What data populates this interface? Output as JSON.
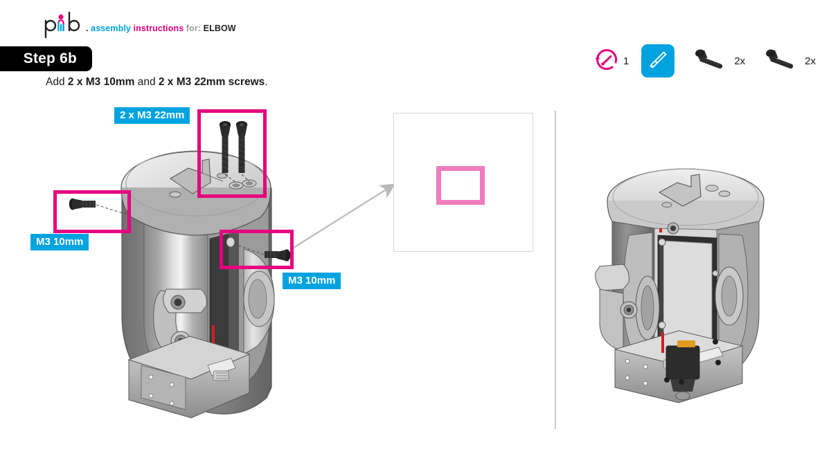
{
  "brand": {
    "logo_name": "pib-logo",
    "suffix_dot": ".",
    "word_assembly": "assembly",
    "word_instructions": "instructions",
    "word_for": "for:",
    "subject": "ELBOW",
    "color_cyan": "#00a3e0",
    "color_magenta": "#e6007e",
    "color_grey": "#9d9d9c"
  },
  "step": {
    "label": "Step 6b"
  },
  "instruction": {
    "prefix": "Add ",
    "part_a": "2 x M3 10mm",
    "conjunction": " and ",
    "part_b": "2 x M3 22mm screws",
    "suffix": "."
  },
  "toolbar": {
    "difficulty": {
      "icon": "gauge-icon",
      "value": "1"
    },
    "tool": {
      "icon": "screwdriver-icon",
      "background": "#00a3e0"
    },
    "parts": [
      {
        "icon": "screw-icon",
        "quantity": "2x",
        "spec": "M3 10mm"
      },
      {
        "icon": "screw-icon",
        "quantity": "2x",
        "spec": "M3 22mm"
      }
    ]
  },
  "main_view": {
    "name": "exploded-assembly-view",
    "callouts": [
      {
        "id": "callout-22mm",
        "text": "2 x M3 22mm"
      },
      {
        "id": "callout-10mm-left",
        "text": "M3 10mm"
      },
      {
        "id": "callout-10mm-right",
        "text": "M3 10mm"
      }
    ],
    "highlights": [
      {
        "id": "highlight-top-screws"
      },
      {
        "id": "highlight-left-screw"
      },
      {
        "id": "highlight-right-screw"
      }
    ]
  },
  "detail_view": {
    "name": "detail-inset-view",
    "highlight": {
      "id": "highlight-seated-screw"
    },
    "arrow": {
      "id": "detail-pointer-arrow"
    }
  },
  "result_view": {
    "name": "completed-assembly-view"
  }
}
